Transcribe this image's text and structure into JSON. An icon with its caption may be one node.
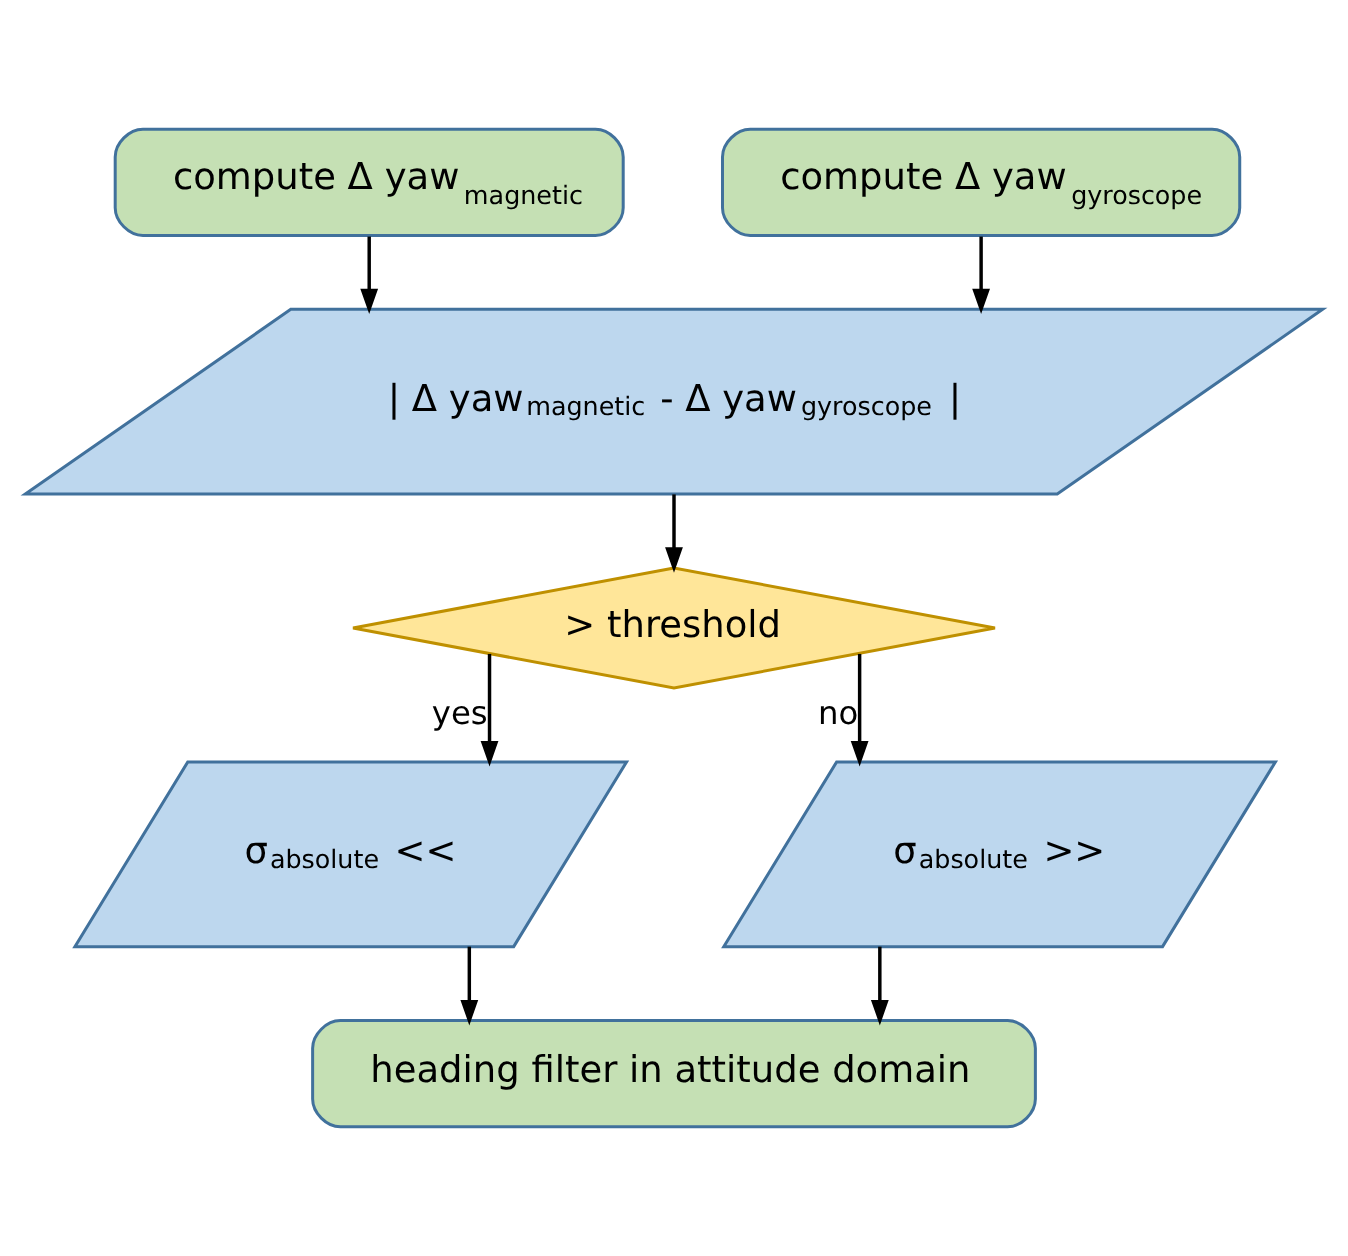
{
  "diagram": {
    "nodes": [
      {
        "text": [
          "compute Δ yaw$_{magnetic}$"
        ]
      },
      {
        "text": [
          "compute Δ yaw$_{gyroscope}$"
        ]
      },
      {
        "text": [
          "| Δ yaw$_{magnetic}$ - Δ yaw$_{gyroscope}$ |"
        ]
      },
      {
        "text": [
          "> threshold"
        ]
      },
      {
        "text": [
          "σ$_{absolute}$ <<"
        ]
      },
      {
        "text": [
          "σ$_{absolute}$ >>"
        ]
      },
      {
        "text": [
          "heading filter in attitude domain"
        ]
      }
    ],
    "edges": [
      {
        "from": 0,
        "to": 2,
        "arrow": "to"
      },
      {
        "from": 1,
        "to": 2,
        "arrow": "to"
      },
      {
        "from": 2,
        "to": 3,
        "arrow": "to"
      },
      {
        "from": 3,
        "to": 4,
        "arrow": "to",
        "label": "yes"
      },
      {
        "from": 3,
        "to": 5,
        "arrow": "to",
        "label": "no"
      },
      {
        "from": 4,
        "to": 6,
        "arrow": "to"
      },
      {
        "from": 5,
        "to": 6,
        "arrow": "to"
      }
    ]
  }
}
